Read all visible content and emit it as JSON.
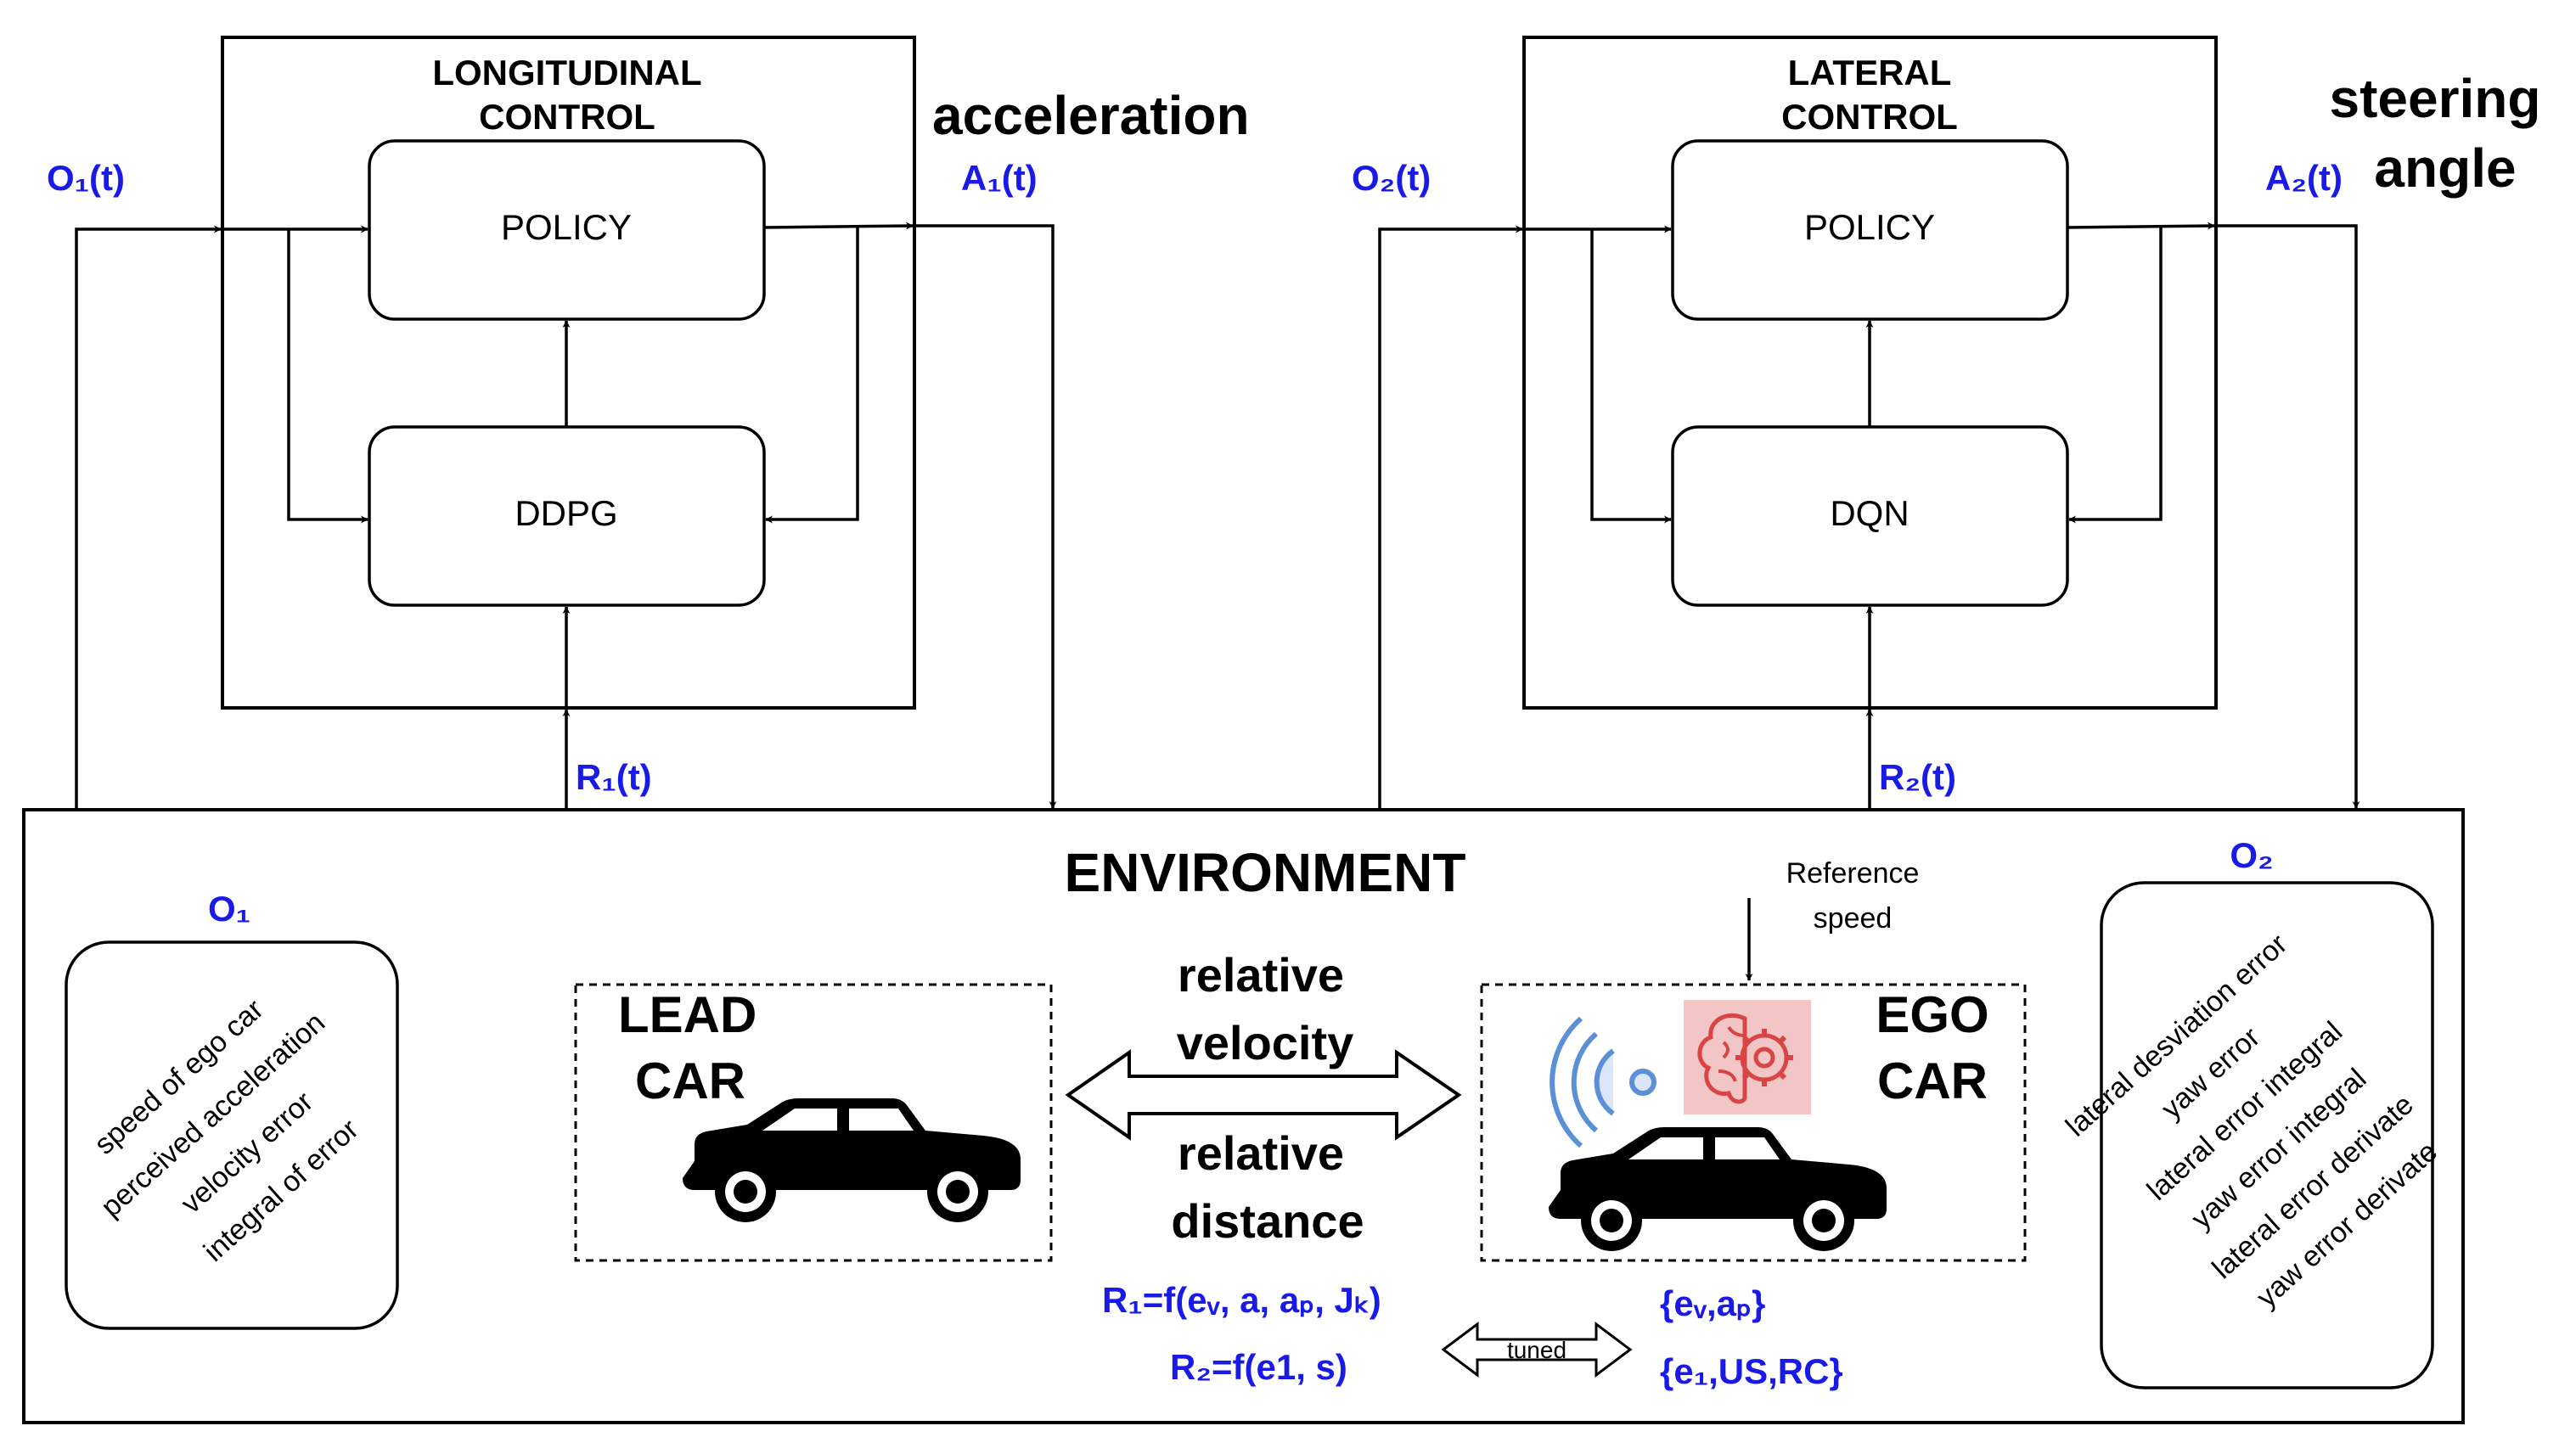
{
  "longitudinal": {
    "title_line1": "LONGITUDINAL",
    "title_line2": "CONTROL",
    "policy": "POLICY",
    "agent": "DDPG",
    "observation": "O₁(t)",
    "action": "A₁(t)",
    "reward": "R₁(t)",
    "output": "acceleration"
  },
  "lateral": {
    "title_line1": "LATERAL",
    "title_line2": "CONTROL",
    "policy": "POLICY",
    "agent": "DQN",
    "observation": "O₂(t)",
    "action": "A₂(t)",
    "reward": "R₂(t)",
    "output_line1": "steering",
    "output_line2": "angle"
  },
  "environment": {
    "title": "ENVIRONMENT",
    "o1": {
      "label": "O₁",
      "items": [
        "speed of ego car",
        "perceived acceleration",
        "velocity error",
        "integral of error"
      ]
    },
    "o2": {
      "label": "O₂",
      "items": [
        "lateral desviation error",
        "yaw error",
        "lateral error integral",
        "yaw error integral",
        "lateral error derivate",
        "yaw error derivate"
      ]
    },
    "lead_car_line1": "LEAD",
    "lead_car_line2": "CAR",
    "ego_car_line1": "EGO",
    "ego_car_line2": "CAR",
    "reference_line1": "Reference",
    "reference_line2": "speed",
    "rel_velocity_line1": "relative",
    "rel_velocity_line2": "velocity",
    "rel_distance_line1": "relative",
    "rel_distance_line2": "distance",
    "r1_formula": "R₁=f(eᵥ, a, aₚ, Jₖ)",
    "r2_formula": "R₂=f(e1, s)",
    "tuned": "tuned",
    "set1": "{eᵥ,aₚ}",
    "set2": "{e₁,US,RC}"
  },
  "colors": {
    "blue_labels": "#1a1ae6",
    "brain_bg": "#f2c6c6",
    "brain_stroke": "#d94545",
    "wifi": "#5b8fd6"
  },
  "icons": [
    "car-icon",
    "wifi-signal-icon",
    "brain-gear-icon"
  ]
}
